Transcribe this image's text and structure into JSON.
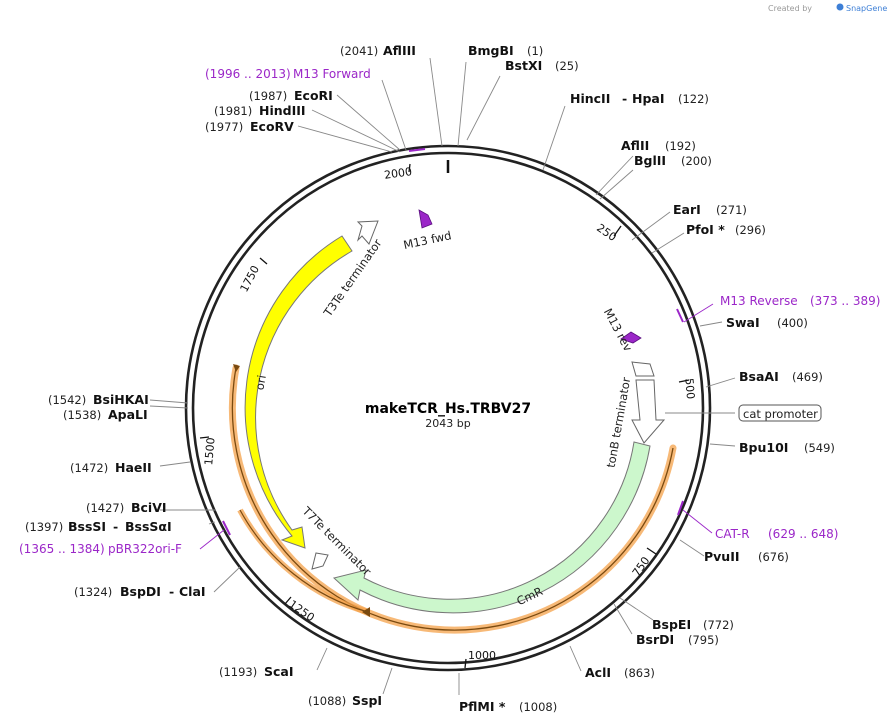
{
  "header": {
    "created_by": "Created by",
    "brand": "SnapGene"
  },
  "plasmid": {
    "name": "makeTCR_Hs.TRBV27",
    "length_label": "2043 bp",
    "length": 2043
  },
  "colors": {
    "backbone": "#222222",
    "primer": "#9b27c8",
    "ori": "#ffff00",
    "cmr": "#ccf7cc",
    "orange_region": "#f4a24a",
    "terminator": "#ffffff"
  },
  "ticks": [
    "250",
    "500",
    "750",
    "1000",
    "1250",
    "1500",
    "1750",
    "2000"
  ],
  "sites": [
    {
      "name": "AflIII",
      "pos": "(2041)"
    },
    {
      "name": "BmgBI",
      "pos": "(1)"
    },
    {
      "name": "BstXI",
      "pos": "(25)"
    },
    {
      "name": "HincII",
      "sep": "-",
      "name2": "HpaI",
      "pos": "(122)"
    },
    {
      "name": "AflII",
      "pos": "(192)"
    },
    {
      "name": "BglII",
      "pos": "(200)"
    },
    {
      "name": "EarI",
      "pos": "(271)"
    },
    {
      "name": "PfoI *",
      "pos": "(296)"
    },
    {
      "name": "SwaI",
      "pos": "(400)"
    },
    {
      "name": "BsaAI",
      "pos": "(469)"
    },
    {
      "name": "Bpu10I",
      "pos": "(549)"
    },
    {
      "name": "PvuII",
      "pos": "(676)"
    },
    {
      "name": "BspEI",
      "pos": "(772)"
    },
    {
      "name": "BsrDI",
      "pos": "(795)"
    },
    {
      "name": "AclI",
      "pos": "(863)"
    },
    {
      "name": "PflMI *",
      "pos": "(1008)"
    },
    {
      "name": "SspI",
      "pos": "(1088)"
    },
    {
      "name": "ScaI",
      "pos": "(1193)"
    },
    {
      "name": "BspDI",
      "sep": "-",
      "name2": "ClaI",
      "pos": "(1324)"
    },
    {
      "name": "BssSI",
      "sep": "-",
      "name2": "BssSαI",
      "pos": "(1397)"
    },
    {
      "name": "BciVI",
      "pos": "(1427)"
    },
    {
      "name": "HaeII",
      "pos": "(1472)"
    },
    {
      "name": "ApaLI",
      "pos": "(1538)"
    },
    {
      "name": "BsiHKAI",
      "pos": "(1542)"
    },
    {
      "name": "EcoRV",
      "pos": "(1977)"
    },
    {
      "name": "HindIII",
      "pos": "(1981)"
    },
    {
      "name": "EcoRI",
      "pos": "(1987)"
    }
  ],
  "primers": [
    {
      "name": "M13 Forward",
      "range": "(1996 .. 2013)"
    },
    {
      "name": "M13 Reverse",
      "range": "(373 .. 389)"
    },
    {
      "name": "CAT-R",
      "range": "(629 .. 648)"
    },
    {
      "name": "pBR322ori-F",
      "range": "(1365 .. 1384)"
    }
  ],
  "features": {
    "m13_fwd": "M13 fwd",
    "m13_rev": "M13 rev",
    "t3te": "T3Te terminator",
    "tonb": "tonB terminator",
    "t7te": "T7Te terminator",
    "ori": "ori",
    "cmr": "CmR",
    "cat_promoter": "cat promoter"
  }
}
